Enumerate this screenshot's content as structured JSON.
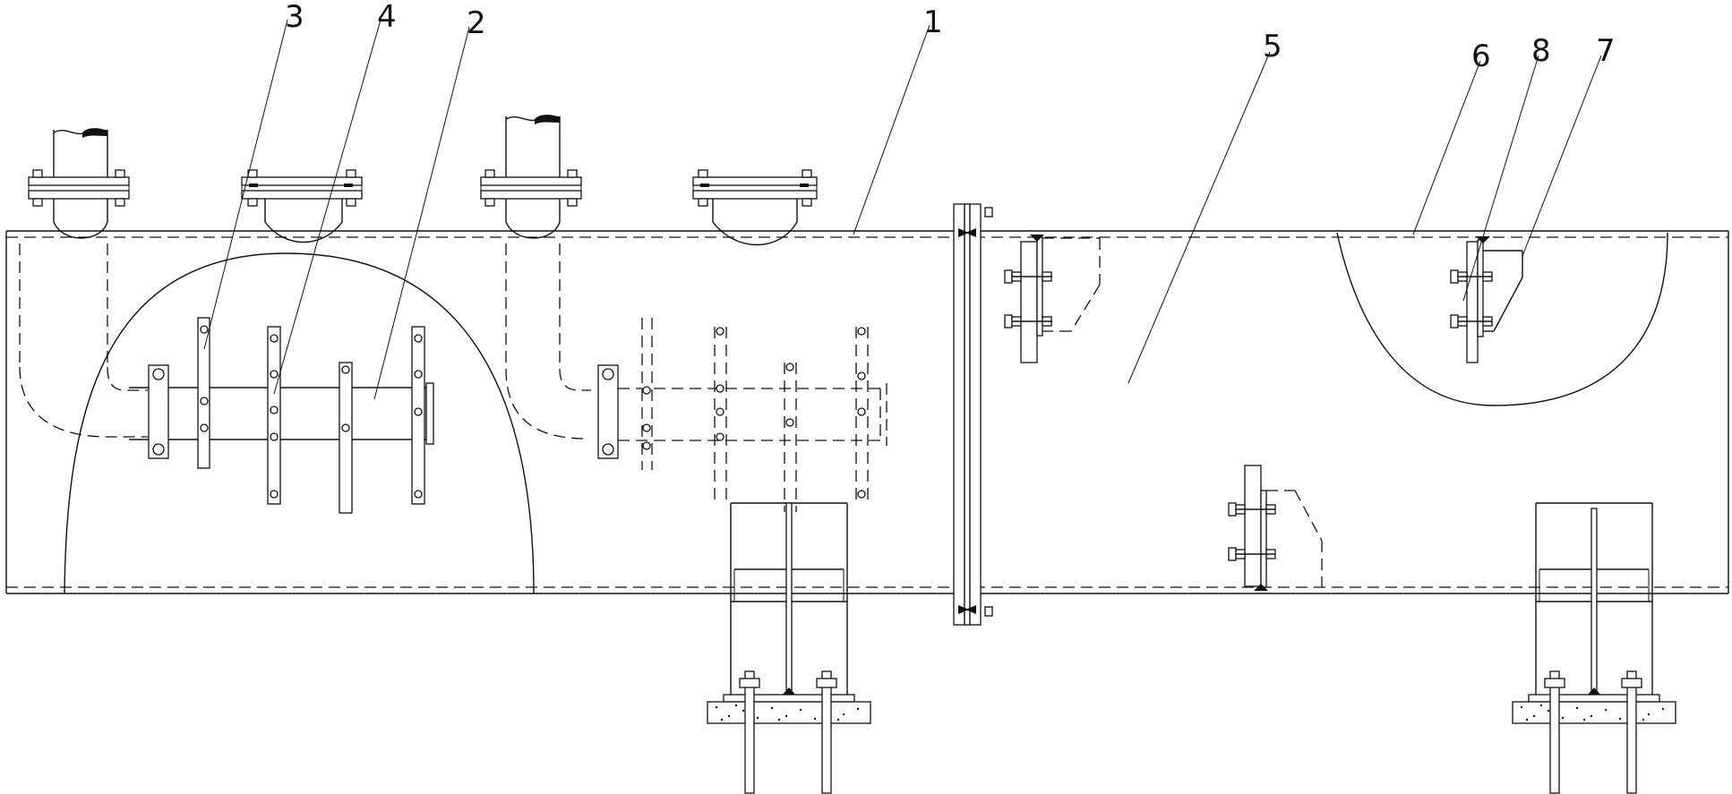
{
  "diagram": {
    "labels": [
      {
        "id": "label-1",
        "text": "1"
      },
      {
        "id": "label-2",
        "text": "2"
      },
      {
        "id": "label-3",
        "text": "3"
      },
      {
        "id": "label-4",
        "text": "4"
      },
      {
        "id": "label-5",
        "text": "5"
      },
      {
        "id": "label-6",
        "text": "6"
      },
      {
        "id": "label-7",
        "text": "7"
      },
      {
        "id": "label-8",
        "text": "8"
      }
    ]
  },
  "colors": {
    "line": "#111111",
    "background": "#ffffff"
  }
}
